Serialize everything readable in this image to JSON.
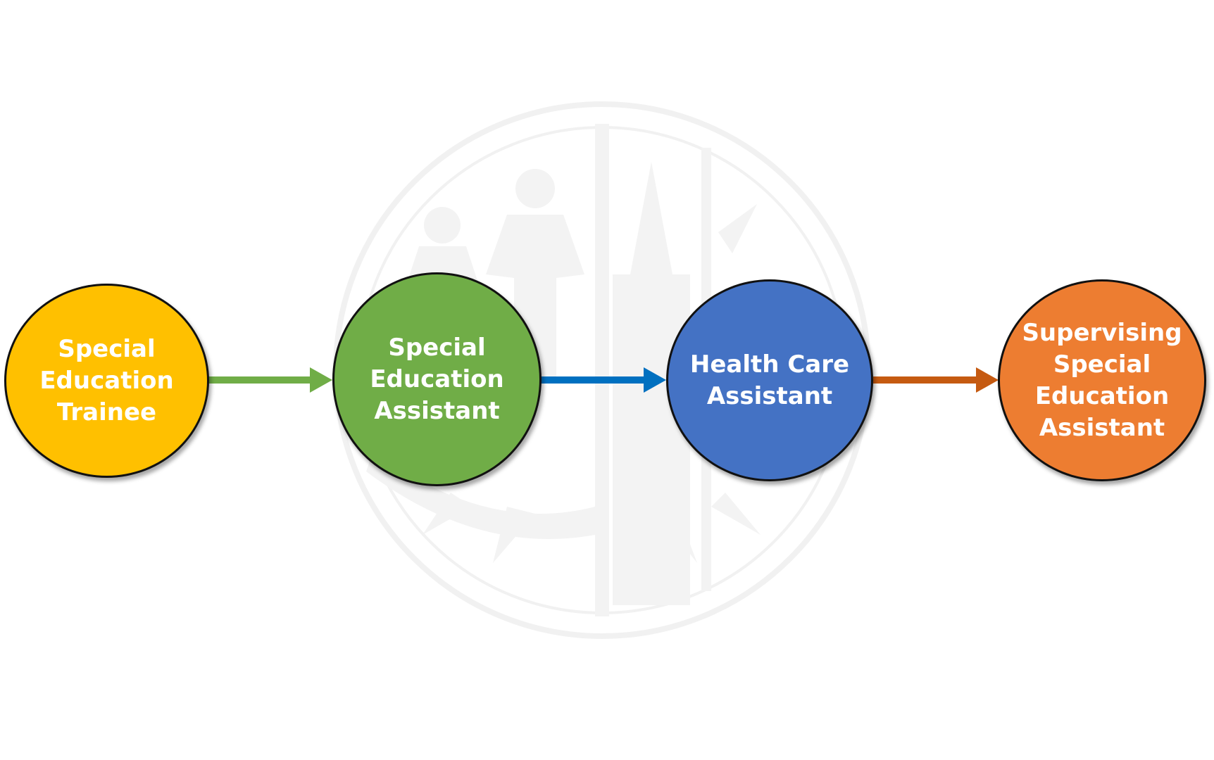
{
  "diagram": {
    "nodes": [
      {
        "id": "special-education-trainee",
        "label": "Special\nEducation\nTrainee",
        "color": "#FFC000"
      },
      {
        "id": "special-education-assistant",
        "label": "Special\nEducation\nAssistant",
        "color": "#70AD47"
      },
      {
        "id": "health-care-assistant",
        "label": "Health Care\nAssistant",
        "color": "#4472C4"
      },
      {
        "id": "supervising-special-education-assistant",
        "label": "Supervising\nSpecial\nEducation\nAssistant",
        "color": "#ED7D31"
      }
    ],
    "edges": [
      {
        "from": "special-education-trainee",
        "to": "special-education-assistant",
        "color": "#70AD47"
      },
      {
        "from": "special-education-assistant",
        "to": "health-care-assistant",
        "color": "#0070C0"
      },
      {
        "from": "health-care-assistant",
        "to": "supervising-special-education-assistant",
        "color": "#C55A11"
      }
    ],
    "watermark": {
      "description_icon": "district-seal-watermark-icon",
      "color": "#F2F2F2"
    }
  }
}
